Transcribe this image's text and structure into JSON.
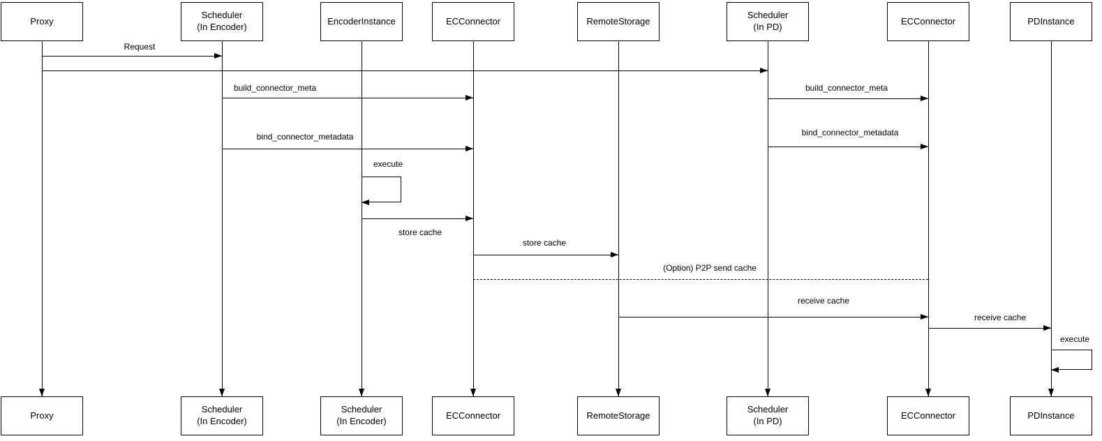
{
  "background_color": "#ffffff",
  "line_color": "#000000",
  "text_color": "#000000",
  "diagram": {
    "type": "uml-sequence",
    "participants": [
      {
        "id": "proxy",
        "top": [
          "Proxy"
        ],
        "bottom": [
          "Proxy"
        ]
      },
      {
        "id": "scheduler-in-encoder",
        "top": [
          "Scheduler",
          "(In Encoder)"
        ],
        "bottom": [
          "Scheduler",
          "(In Encoder)"
        ]
      },
      {
        "id": "encoder-instance",
        "top": [
          "EncoderInstance"
        ],
        "bottom": [
          "Scheduler",
          "(In Encoder)"
        ]
      },
      {
        "id": "ecconnector-encoder",
        "top": [
          "ECConnector"
        ],
        "bottom": [
          "ECConnector"
        ]
      },
      {
        "id": "remote-storage",
        "top": [
          "RemoteStorage"
        ],
        "bottom": [
          "RemoteStorage"
        ]
      },
      {
        "id": "scheduler-in-pd",
        "top": [
          "Scheduler",
          "(In PD)"
        ],
        "bottom": [
          "Scheduler",
          "(In PD)"
        ]
      },
      {
        "id": "ecconnector-pd",
        "top": [
          "ECConnector"
        ],
        "bottom": [
          "ECConnector"
        ]
      },
      {
        "id": "pd-instance",
        "top": [
          "PDInstance"
        ],
        "bottom": [
          "PDInstance"
        ]
      }
    ],
    "messages": [
      {
        "label": "Request",
        "from": "proxy",
        "to": "scheduler-in-encoder",
        "style": "solid-arrow"
      },
      {
        "label": "",
        "from": "proxy",
        "to": "scheduler-in-pd",
        "style": "solid-arrow"
      },
      {
        "label": "build_connector_meta",
        "from": "scheduler-in-encoder",
        "to": "ecconnector-encoder",
        "style": "solid-arrow"
      },
      {
        "label": "build_connector_meta",
        "from": "scheduler-in-pd",
        "to": "ecconnector-pd",
        "style": "solid-arrow"
      },
      {
        "label": "bind_connector_metadata",
        "from": "scheduler-in-encoder",
        "to": "ecconnector-encoder",
        "style": "solid-arrow"
      },
      {
        "label": "bind_connector_metadata",
        "from": "scheduler-in-pd",
        "to": "ecconnector-pd",
        "style": "solid-arrow"
      },
      {
        "label": "execute",
        "from": "encoder-instance",
        "to": "encoder-instance",
        "style": "self-loop"
      },
      {
        "label": "store cache",
        "from": "encoder-instance",
        "to": "ecconnector-encoder",
        "style": "solid-arrow"
      },
      {
        "label": "store cache",
        "from": "ecconnector-encoder",
        "to": "remote-storage",
        "style": "solid-arrow"
      },
      {
        "label": "(Option) P2P send cache",
        "from": "ecconnector-encoder",
        "to": "ecconnector-pd",
        "style": "dashed-line-no-arrow"
      },
      {
        "label": "receive cache",
        "from": "remote-storage",
        "to": "ecconnector-pd",
        "style": "solid-arrow"
      },
      {
        "label": "receive cache",
        "from": "ecconnector-pd",
        "to": "pd-instance",
        "style": "solid-arrow"
      },
      {
        "label": "execute",
        "from": "pd-instance",
        "to": "pd-instance",
        "style": "self-loop"
      }
    ]
  }
}
